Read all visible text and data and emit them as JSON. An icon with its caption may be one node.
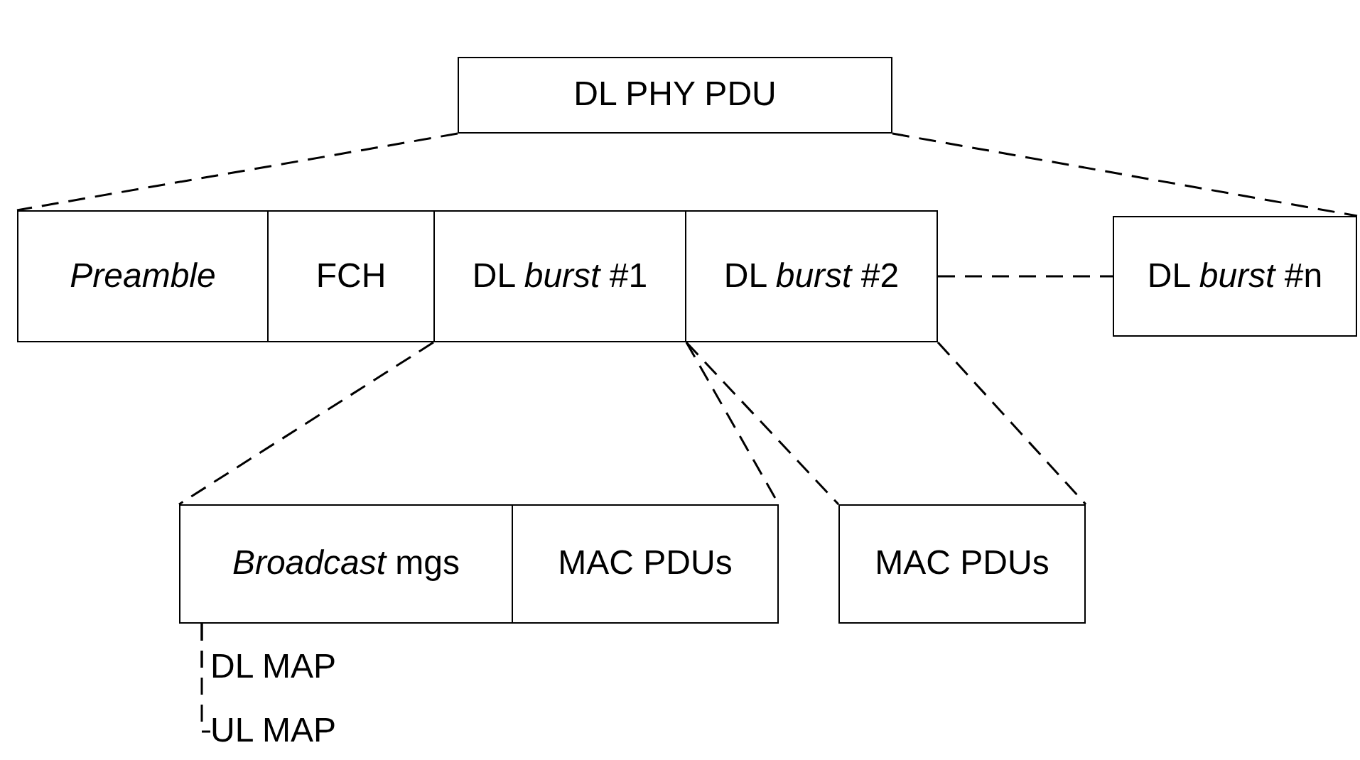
{
  "diagram": {
    "nodes": [
      {
        "text": [
          "DL PHY PDU"
        ]
      },
      {
        "text": [
          "*Preamble*"
        ]
      },
      {
        "text": [
          "FCH"
        ]
      },
      {
        "text": [
          "DL *burst* #1"
        ]
      },
      {
        "text": [
          "DL *burst* #2"
        ]
      },
      {
        "text": [
          "DL *burst* #n"
        ]
      },
      {
        "text": [
          "*Broadcast* mgs"
        ]
      },
      {
        "text": [
          "MAC PDUs"
        ]
      },
      {
        "text": [
          "MAC PDUs"
        ]
      },
      {
        "text": [
          "DL MAP"
        ]
      },
      {
        "text": [
          "UL MAP"
        ]
      }
    ],
    "edges": [
      {
        "from": 0,
        "to": 1,
        "arrow": "none",
        "style": "dashed"
      },
      {
        "from": 0,
        "to": 5,
        "arrow": "none",
        "style": "dashed"
      },
      {
        "from": 4,
        "to": 5,
        "arrow": "none",
        "style": "dashed"
      },
      {
        "from": 3,
        "to": 6,
        "arrow": "none",
        "style": "dashed"
      },
      {
        "from": 3,
        "to": 7,
        "arrow": "none",
        "style": "dashed"
      },
      {
        "from": 3,
        "to": 8,
        "arrow": "none",
        "style": "dashed"
      },
      {
        "from": 4,
        "to": 8,
        "arrow": "none",
        "style": "dashed"
      },
      {
        "from": 6,
        "to": 9,
        "arrow": "none",
        "style": "dashed"
      },
      {
        "from": 6,
        "to": 10,
        "arrow": "none",
        "style": "dashed"
      }
    ]
  }
}
